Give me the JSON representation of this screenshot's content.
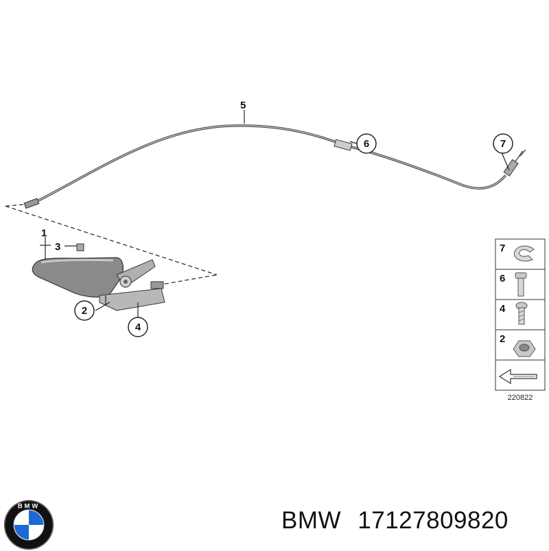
{
  "diagram": {
    "callouts": [
      "1",
      "2",
      "3",
      "4",
      "5",
      "6",
      "7"
    ],
    "legend": {
      "items": [
        {
          "number": "7",
          "icon": "clip-icon"
        },
        {
          "number": "6",
          "icon": "bolt-icon"
        },
        {
          "number": "4",
          "icon": "screw-icon"
        },
        {
          "number": "2",
          "icon": "nut-icon"
        }
      ],
      "arrow_icon": "arrow-icon",
      "reference": "220822"
    }
  },
  "caption": {
    "brand": "BMW",
    "part_number": "17127809820"
  },
  "logo": {
    "letters": "BMW",
    "colors": {
      "blue": "#1c69d4",
      "white": "#ffffff",
      "ring": "#111111"
    }
  }
}
